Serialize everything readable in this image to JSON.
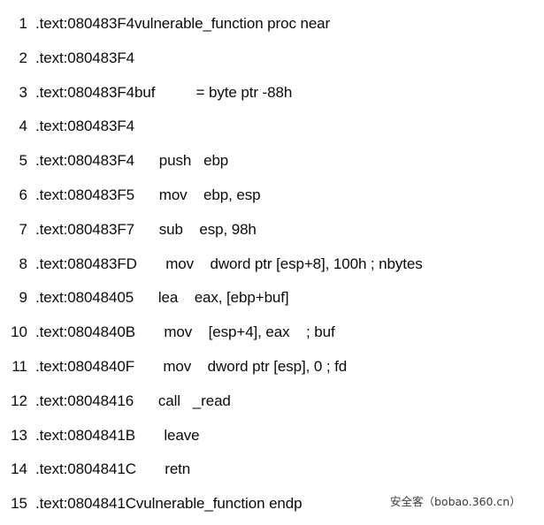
{
  "document": {
    "kind": "disassembly-listing",
    "background_color": "#ffffff",
    "text_color": "#0a0a0a",
    "lines": [
      {
        "number": "1",
        "text": ".text:080483F4vulnerable_function proc near"
      },
      {
        "number": "2",
        "text": ".text:080483F4"
      },
      {
        "number": "3",
        "text": ".text:080483F4buf          = byte ptr -88h"
      },
      {
        "number": "4",
        "text": ".text:080483F4"
      },
      {
        "number": "5",
        "text": ".text:080483F4      push   ebp"
      },
      {
        "number": "6",
        "text": ".text:080483F5      mov    ebp, esp"
      },
      {
        "number": "7",
        "text": ".text:080483F7      sub    esp, 98h"
      },
      {
        "number": "8",
        "text": ".text:080483FD       mov    dword ptr [esp+8], 100h ; nbytes"
      },
      {
        "number": "9",
        "text": ".text:08048405      lea    eax, [ebp+buf]"
      },
      {
        "number": "10",
        "text": ".text:0804840B       mov    [esp+4], eax    ; buf"
      },
      {
        "number": "11",
        "text": ".text:0804840F       mov    dword ptr [esp], 0 ; fd"
      },
      {
        "number": "12",
        "text": ".text:08048416      call   _read"
      },
      {
        "number": "13",
        "text": ".text:0804841B       leave"
      },
      {
        "number": "14",
        "text": ".text:0804841C       retn"
      },
      {
        "number": "15",
        "text": ".text:0804841Cvulnerable_function endp"
      }
    ]
  },
  "watermark": {
    "text": "安全客（bobao.360.cn）",
    "color": "#3a3a3a"
  }
}
